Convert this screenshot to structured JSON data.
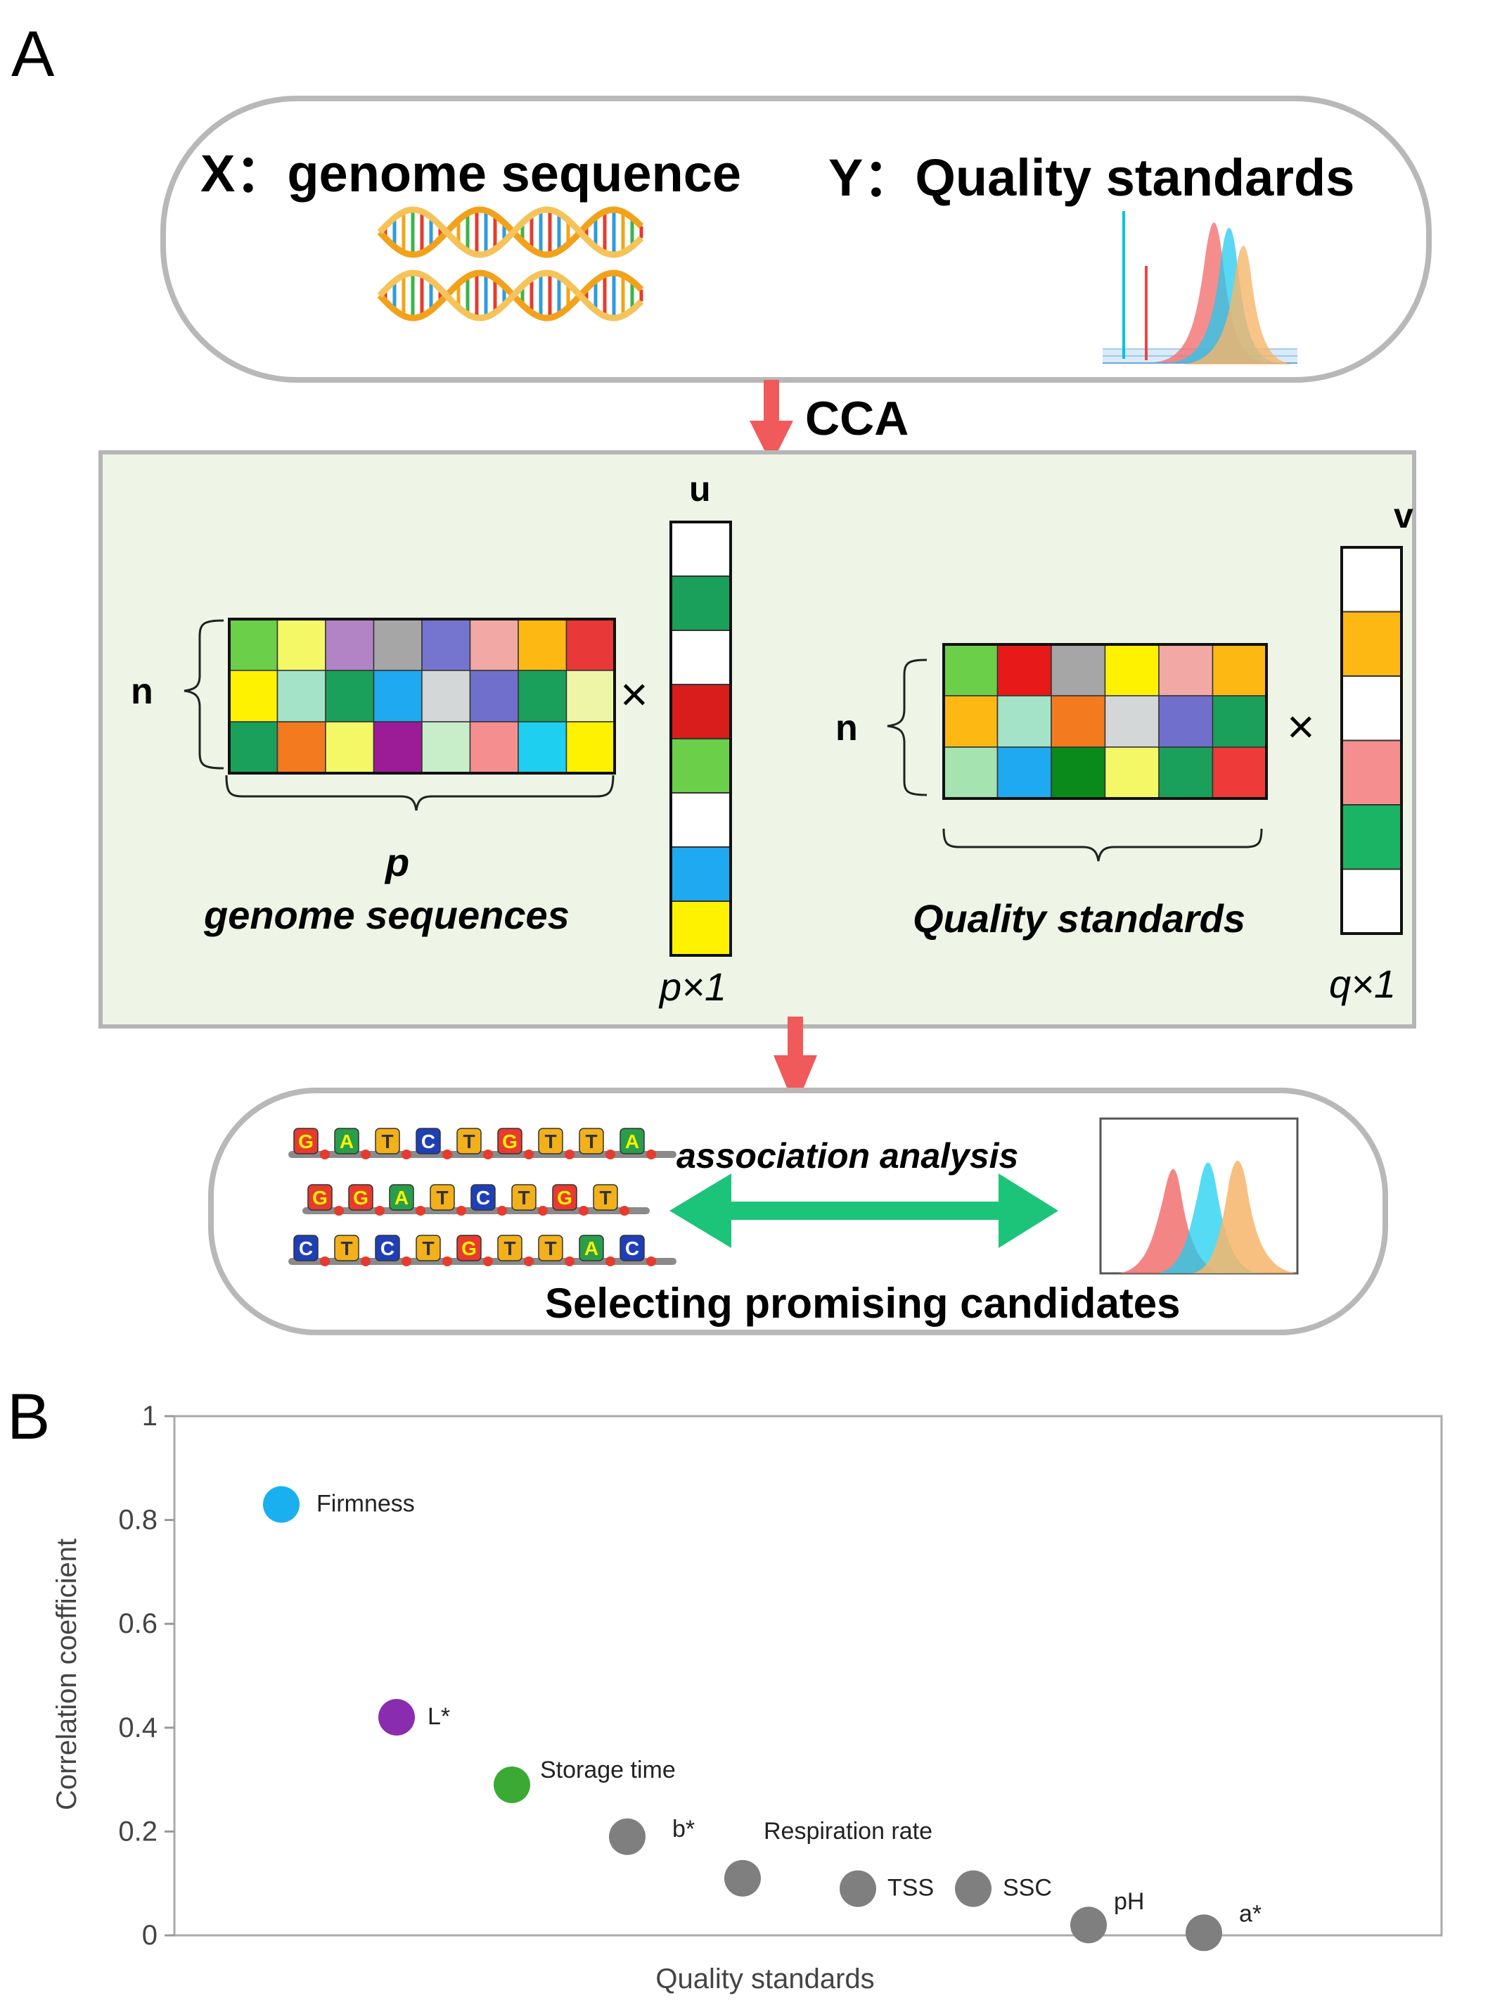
{
  "panel_a": {
    "panel_letter": "A",
    "header_x": "X：genome sequence",
    "header_y": "Y：Quality standards",
    "cca_label": "CCA",
    "left_matrix": {
      "rows_label": "n",
      "cols_label": "p",
      "caption": "genome sequences",
      "vector_label": "u",
      "vector_dim": "p×1",
      "times": "×",
      "cells": [
        [
          "#6ccf4a",
          "#f4f867",
          "#b284c5",
          "#a6a6a6",
          "#7575d0",
          "#f2a8a4",
          "#fdb813",
          "#e83838"
        ],
        [
          "#fff200",
          "#a5e3c9",
          "#1aa05a",
          "#1fa9f0",
          "#d3d7d8",
          "#7070cc",
          "#1aa05a",
          "#eef5a7"
        ],
        [
          "#1aa05a",
          "#f47a20",
          "#f4f867",
          "#9c1c97",
          "#c8eec9",
          "#f58f8f",
          "#1ecff0",
          "#fff200"
        ]
      ],
      "vector": [
        "#ffffff",
        "#1aa05a",
        "#ffffff",
        "#d91c1c",
        "#6ccf4a",
        "#ffffff",
        "#1fa9f0",
        "#fff200"
      ]
    },
    "right_matrix": {
      "rows_label": "n",
      "caption": "Quality standards",
      "vector_label": "v",
      "vector_dim": "q×1",
      "times": "×",
      "cells": [
        [
          "#6ccf4a",
          "#e81919",
          "#a6a6a6",
          "#fff200",
          "#f2a8a4",
          "#fdb813"
        ],
        [
          "#fdb813",
          "#a5e3c9",
          "#f47a20",
          "#d3d7d8",
          "#7070cc",
          "#1aa05a"
        ],
        [
          "#a5e3b0",
          "#1fa9f0",
          "#0a8a1a",
          "#f4f867",
          "#1aa05a",
          "#ef3a3a"
        ]
      ],
      "vector": [
        "#ffffff",
        "#fdb813",
        "#ffffff",
        "#f58f8f",
        "#1ab464",
        "#ffffff"
      ]
    },
    "bottom": {
      "association_label": "association analysis",
      "selecting_label": "Selecting promising candidates",
      "sequences": [
        [
          "G",
          "A",
          "T",
          "C",
          "T",
          "G",
          "T",
          "T",
          "A"
        ],
        [
          "G",
          "G",
          "A",
          "T",
          "C",
          "T",
          "G",
          "T"
        ],
        [
          "C",
          "T",
          "C",
          "T",
          "G",
          "T",
          "T",
          "A",
          "C"
        ]
      ]
    },
    "colors": {
      "arrow": "#f05a5a",
      "green_bg": "#eef5e6",
      "double_arrow": "#1cc47a"
    }
  },
  "panel_b": {
    "panel_letter": "B",
    "chart_data": {
      "type": "scatter",
      "xlabel": "Quality standards",
      "ylabel": "Correlation coefficient",
      "ylim": [
        0,
        1
      ],
      "yticks": [
        "0",
        "0.2",
        "0.4",
        "0.6",
        "0.8",
        "1"
      ],
      "points": [
        {
          "label": "Firmness",
          "x": 1,
          "y": 0.83,
          "color": "#1ab0f0"
        },
        {
          "label": "L*",
          "x": 2,
          "y": 0.42,
          "color": "#8a2cb0"
        },
        {
          "label": "Storage time",
          "x": 3,
          "y": 0.29,
          "color": "#3aaa35"
        },
        {
          "label": "b*",
          "x": 4,
          "y": 0.19,
          "color": "#7f7f7f"
        },
        {
          "label": "Respiration rate",
          "x": 5,
          "y": 0.11,
          "color": "#7f7f7f"
        },
        {
          "label": "TSS",
          "x": 6,
          "y": 0.09,
          "color": "#7f7f7f"
        },
        {
          "label": "SSC",
          "x": 7,
          "y": 0.09,
          "color": "#7f7f7f"
        },
        {
          "label": "pH",
          "x": 8,
          "y": 0.02,
          "color": "#7f7f7f"
        },
        {
          "label": "a*",
          "x": 9,
          "y": 0.005,
          "color": "#7f7f7f"
        }
      ],
      "grid": false
    }
  }
}
